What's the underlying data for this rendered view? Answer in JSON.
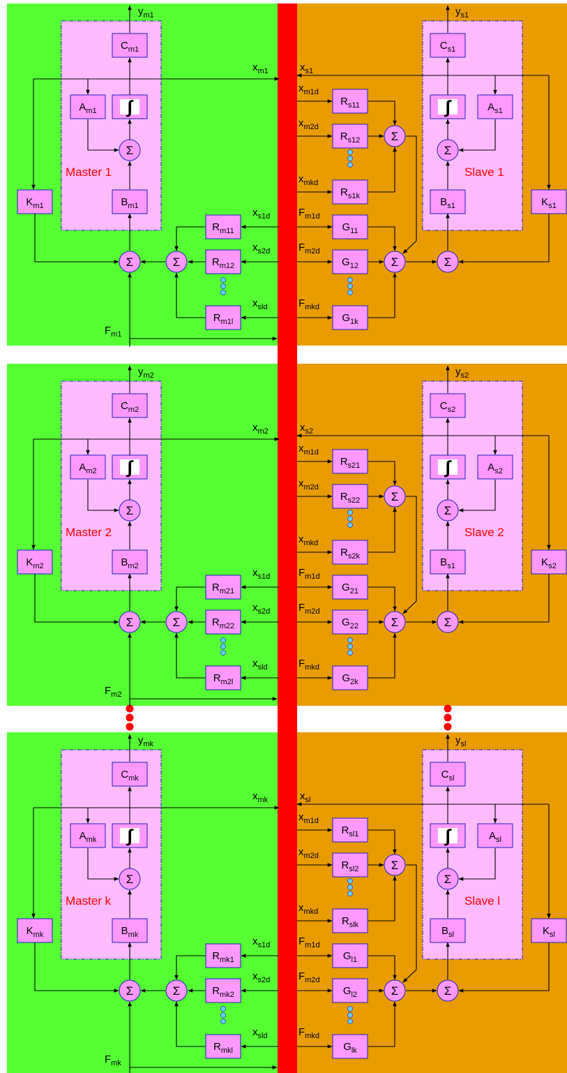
{
  "colors": {
    "master_bg": "#55ff33",
    "slave_bg": "#e89c00",
    "channel": "#ff0000",
    "block": "#ff99ff",
    "block_border": "#1f1fbf",
    "dashed_fill": "#ffbbff",
    "dots_blue": "#66ccff",
    "dots_red": "#ff0000"
  },
  "icons": {
    "sum": "sigma-icon",
    "integrator": "integral-icon"
  },
  "ellipsis_dots": 3,
  "rows": [
    {
      "master": {
        "title": "Master 1",
        "y": [
          "y",
          "m1"
        ],
        "x": [
          "x",
          "m1"
        ],
        "F": [
          "F",
          "m1"
        ],
        "C": [
          "C",
          "m1"
        ],
        "A": [
          "A",
          "m1"
        ],
        "B": [
          "B",
          "m1"
        ],
        "K": [
          "K",
          "m1"
        ],
        "R": [
          [
            "R",
            "m11"
          ],
          [
            "R",
            "m12"
          ],
          [
            "R",
            "m1l"
          ]
        ],
        "xs": [
          [
            "x",
            "s1d"
          ],
          [
            "x",
            "s2d"
          ],
          [
            "x",
            "sld"
          ]
        ]
      },
      "slave": {
        "title": "Slave 1",
        "y": [
          "y",
          "s1"
        ],
        "x": [
          "x",
          "s1"
        ],
        "C": [
          "C",
          "s1"
        ],
        "A": [
          "A",
          "s1"
        ],
        "B": [
          "B",
          "s1"
        ],
        "K": [
          "K",
          "s1"
        ],
        "R": [
          [
            "R",
            "s11"
          ],
          [
            "R",
            "s12"
          ],
          [
            "R",
            "s1k"
          ]
        ],
        "xm": [
          [
            "x",
            "m1d"
          ],
          [
            "x",
            "m2d"
          ],
          [
            "x",
            "mkd"
          ]
        ],
        "G": [
          [
            "G",
            "11"
          ],
          [
            "G",
            "12"
          ],
          [
            "G",
            "1k"
          ]
        ],
        "Fm": [
          [
            "F",
            "m1d"
          ],
          [
            "F",
            "m2d"
          ],
          [
            "F",
            "mkd"
          ]
        ]
      }
    },
    {
      "master": {
        "title": "Master 2",
        "y": [
          "y",
          "m2"
        ],
        "x": [
          "x",
          "m2"
        ],
        "F": [
          "F",
          "m2"
        ],
        "C": [
          "C",
          "m2"
        ],
        "A": [
          "A",
          "m2"
        ],
        "B": [
          "B",
          "m2"
        ],
        "K": [
          "K",
          "m2"
        ],
        "R": [
          [
            "R",
            "m21"
          ],
          [
            "R",
            "m22"
          ],
          [
            "R",
            "m2l"
          ]
        ],
        "xs": [
          [
            "x",
            "s1d"
          ],
          [
            "x",
            "s2d"
          ],
          [
            "x",
            "sld"
          ]
        ]
      },
      "slave": {
        "title": "Slave 2",
        "y": [
          "y",
          "s2"
        ],
        "x": [
          "x",
          "s2"
        ],
        "C": [
          "C",
          "s2"
        ],
        "A": [
          "A",
          "s2"
        ],
        "B": [
          "B",
          "s1"
        ],
        "K": [
          "K",
          "s2"
        ],
        "R": [
          [
            "R",
            "s21"
          ],
          [
            "R",
            "s22"
          ],
          [
            "R",
            "s2k"
          ]
        ],
        "xm": [
          [
            "x",
            "m1d"
          ],
          [
            "x",
            "m2d"
          ],
          [
            "x",
            "mkd"
          ]
        ],
        "G": [
          [
            "G",
            "21"
          ],
          [
            "G",
            "22"
          ],
          [
            "G",
            "2k"
          ]
        ],
        "Fm": [
          [
            "F",
            "m1d"
          ],
          [
            "F",
            "m2d"
          ],
          [
            "F",
            "mkd"
          ]
        ]
      }
    },
    {
      "master": {
        "title": "Master k",
        "y": [
          "y",
          "mk"
        ],
        "x": [
          "x",
          "mk"
        ],
        "F": [
          "F",
          "mk"
        ],
        "C": [
          "C",
          "mk"
        ],
        "A": [
          "A",
          "mk"
        ],
        "B": [
          "B",
          "mk"
        ],
        "K": [
          "K",
          "mk"
        ],
        "R": [
          [
            "R",
            "mk1"
          ],
          [
            "R",
            "mk2"
          ],
          [
            "R",
            "mkl"
          ]
        ],
        "xs": [
          [
            "x",
            "s1d"
          ],
          [
            "x",
            "s2d"
          ],
          [
            "x",
            "sld"
          ]
        ]
      },
      "slave": {
        "title": "Slave l",
        "y": [
          "y",
          "sl"
        ],
        "x": [
          "x",
          "sl"
        ],
        "C": [
          "C",
          "sl"
        ],
        "A": [
          "A",
          "sl"
        ],
        "B": [
          "B",
          "sl"
        ],
        "K": [
          "K",
          "sl"
        ],
        "R": [
          [
            "R",
            "sl1"
          ],
          [
            "R",
            "sl2"
          ],
          [
            "R",
            "slk"
          ]
        ],
        "xm": [
          [
            "x",
            "m1d"
          ],
          [
            "x",
            "m2d"
          ],
          [
            "x",
            "mkd"
          ]
        ],
        "G": [
          [
            "G",
            "l1"
          ],
          [
            "G",
            "l2"
          ],
          [
            "G",
            "lk"
          ]
        ],
        "Fm": [
          [
            "F",
            "m1d"
          ],
          [
            "F",
            "m2d"
          ],
          [
            "F",
            "mkd"
          ]
        ]
      }
    }
  ]
}
